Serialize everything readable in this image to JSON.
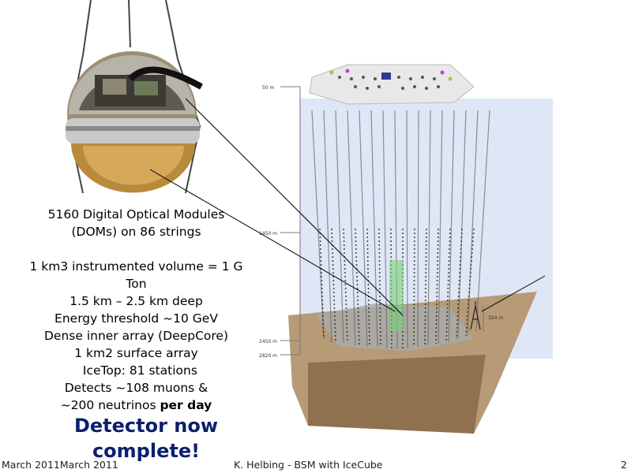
{
  "slide": {
    "desc_lines": [
      "5160 Digital Optical Modules",
      "(DOMs) on 86 strings",
      "",
      "1 km3 instrumented volume = 1 G",
      "Ton",
      "1.5 km – 2.5 km deep",
      "Energy threshold ~10 GeV",
      "Dense inner array (DeepCore)",
      "1 km2 surface array",
      "  IceTop: 81 stations",
      "Detects ~108 muons &"
    ],
    "last_line_prefix": "~200 neutrinos ",
    "last_line_bold": "per day",
    "headline_1": "Detector now",
    "headline_2": "complete!"
  },
  "diagram": {
    "depth_labels": [
      "50 m",
      "1450 m",
      "2450 m",
      "2820 m",
      "324 m"
    ],
    "colors": {
      "ice": "#dfe6f5",
      "bedrock": "#b79a76",
      "bedrock_dark": "#8f7150",
      "surface": "#e8e8e8",
      "deepcore": "#7ad07a"
    }
  },
  "footer": {
    "date": "March 2011March 2011",
    "title": "K. Helbing - BSM with IceCube",
    "page": "2"
  }
}
